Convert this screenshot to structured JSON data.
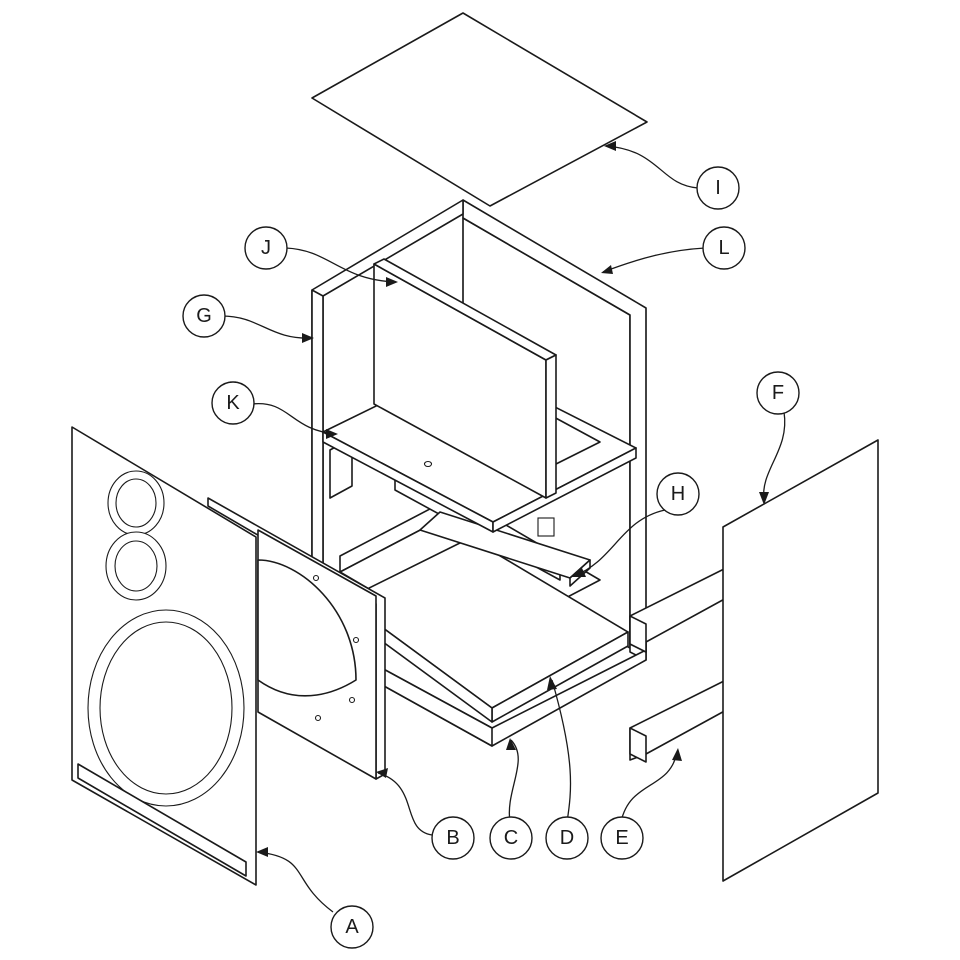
{
  "callouts": {
    "A": "A",
    "B": "B",
    "C": "C",
    "D": "D",
    "E": "E",
    "F": "F",
    "G": "G",
    "H": "H",
    "I": "I",
    "J": "J",
    "K": "K",
    "L": "L"
  },
  "colors": {
    "line": "#1a1a1a",
    "background": "#ffffff"
  }
}
